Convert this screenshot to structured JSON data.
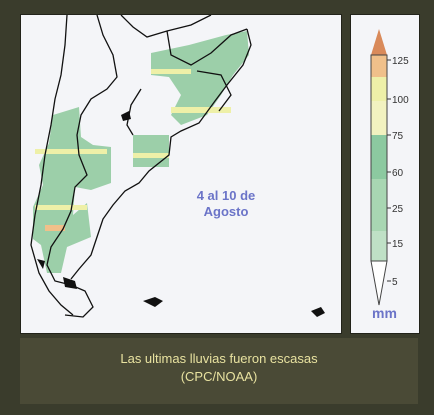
{
  "map": {
    "date_line1": "4 al 10 de",
    "date_line2": "Agosto"
  },
  "legend": {
    "ticks": [
      "125",
      "100",
      "75",
      "60",
      "25",
      "15",
      "5"
    ],
    "unit": "mm",
    "colors": {
      "light_green": "#bfe0c6",
      "mid_green": "#8cc9a0",
      "yellow": "#eef0a8",
      "orange": "#f0c08a",
      "peak": "#d98a5a"
    }
  },
  "caption": {
    "line1": "Las ultimas lluvias fueron escasas",
    "line2": "(CPC/NOAA)"
  }
}
